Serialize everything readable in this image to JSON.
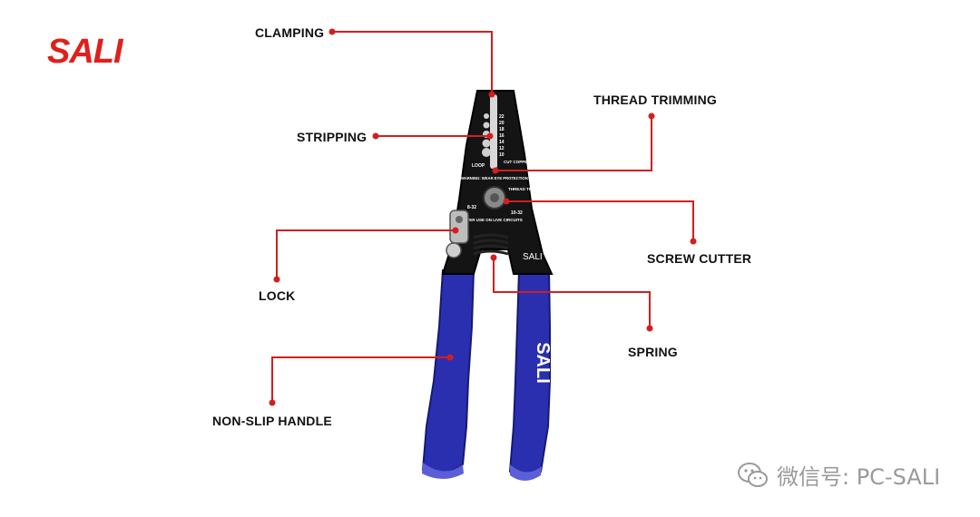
{
  "brand": {
    "logo_text": "SALI",
    "accent_color": "#e0201b"
  },
  "handle_color": "#2a2fb0",
  "tool_text": {
    "warning": "WARNING: WEAR EYE PROTECTION",
    "thread_note": "THREAD THIS SIDE",
    "never_use": "NEVER USE ON LIVE CIRCUITS",
    "cut_copper": "CUT COPPER ONLY",
    "loop": "LOOP",
    "size_a": "8-32",
    "size_b": "10-32",
    "gauges": [
      "22",
      "20",
      "18",
      "16",
      "14",
      "12",
      "10"
    ],
    "jaw_brand": "SALI",
    "handle_brand": "SALI"
  },
  "labels": {
    "clamping": "CLAMPING",
    "thread_trimming": "THREAD TRIMMING",
    "stripping": "STRIPPING",
    "screw_cutter": "SCREW CUTTER",
    "lock": "LOCK",
    "spring": "SPRING",
    "non_slip_handle": "NON-SLIP HANDLE"
  },
  "watermark": {
    "icon": "wechat-icon",
    "text": "微信号: PC-SALI"
  }
}
